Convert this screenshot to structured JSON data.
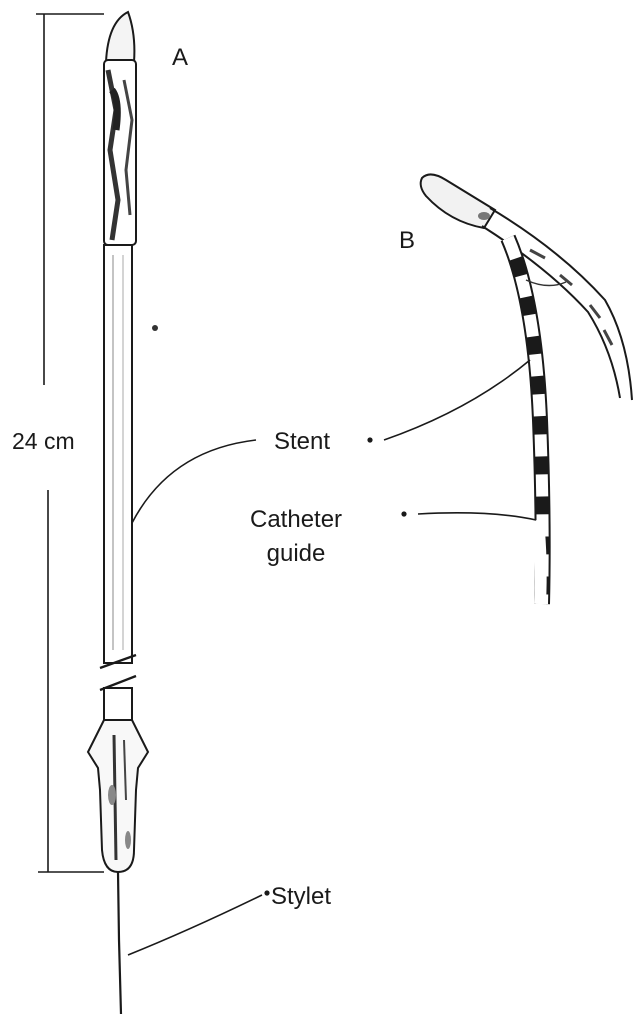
{
  "labels": {
    "panel_a": "A",
    "panel_b": "B",
    "length": "24 cm",
    "stent": "Stent",
    "catheter_line1": "Catheter",
    "catheter_line2": "guide",
    "stylet": "Stylet"
  },
  "colors": {
    "ink": "#1a1a1a",
    "shade": "#555555",
    "paper": "#ffffff"
  }
}
